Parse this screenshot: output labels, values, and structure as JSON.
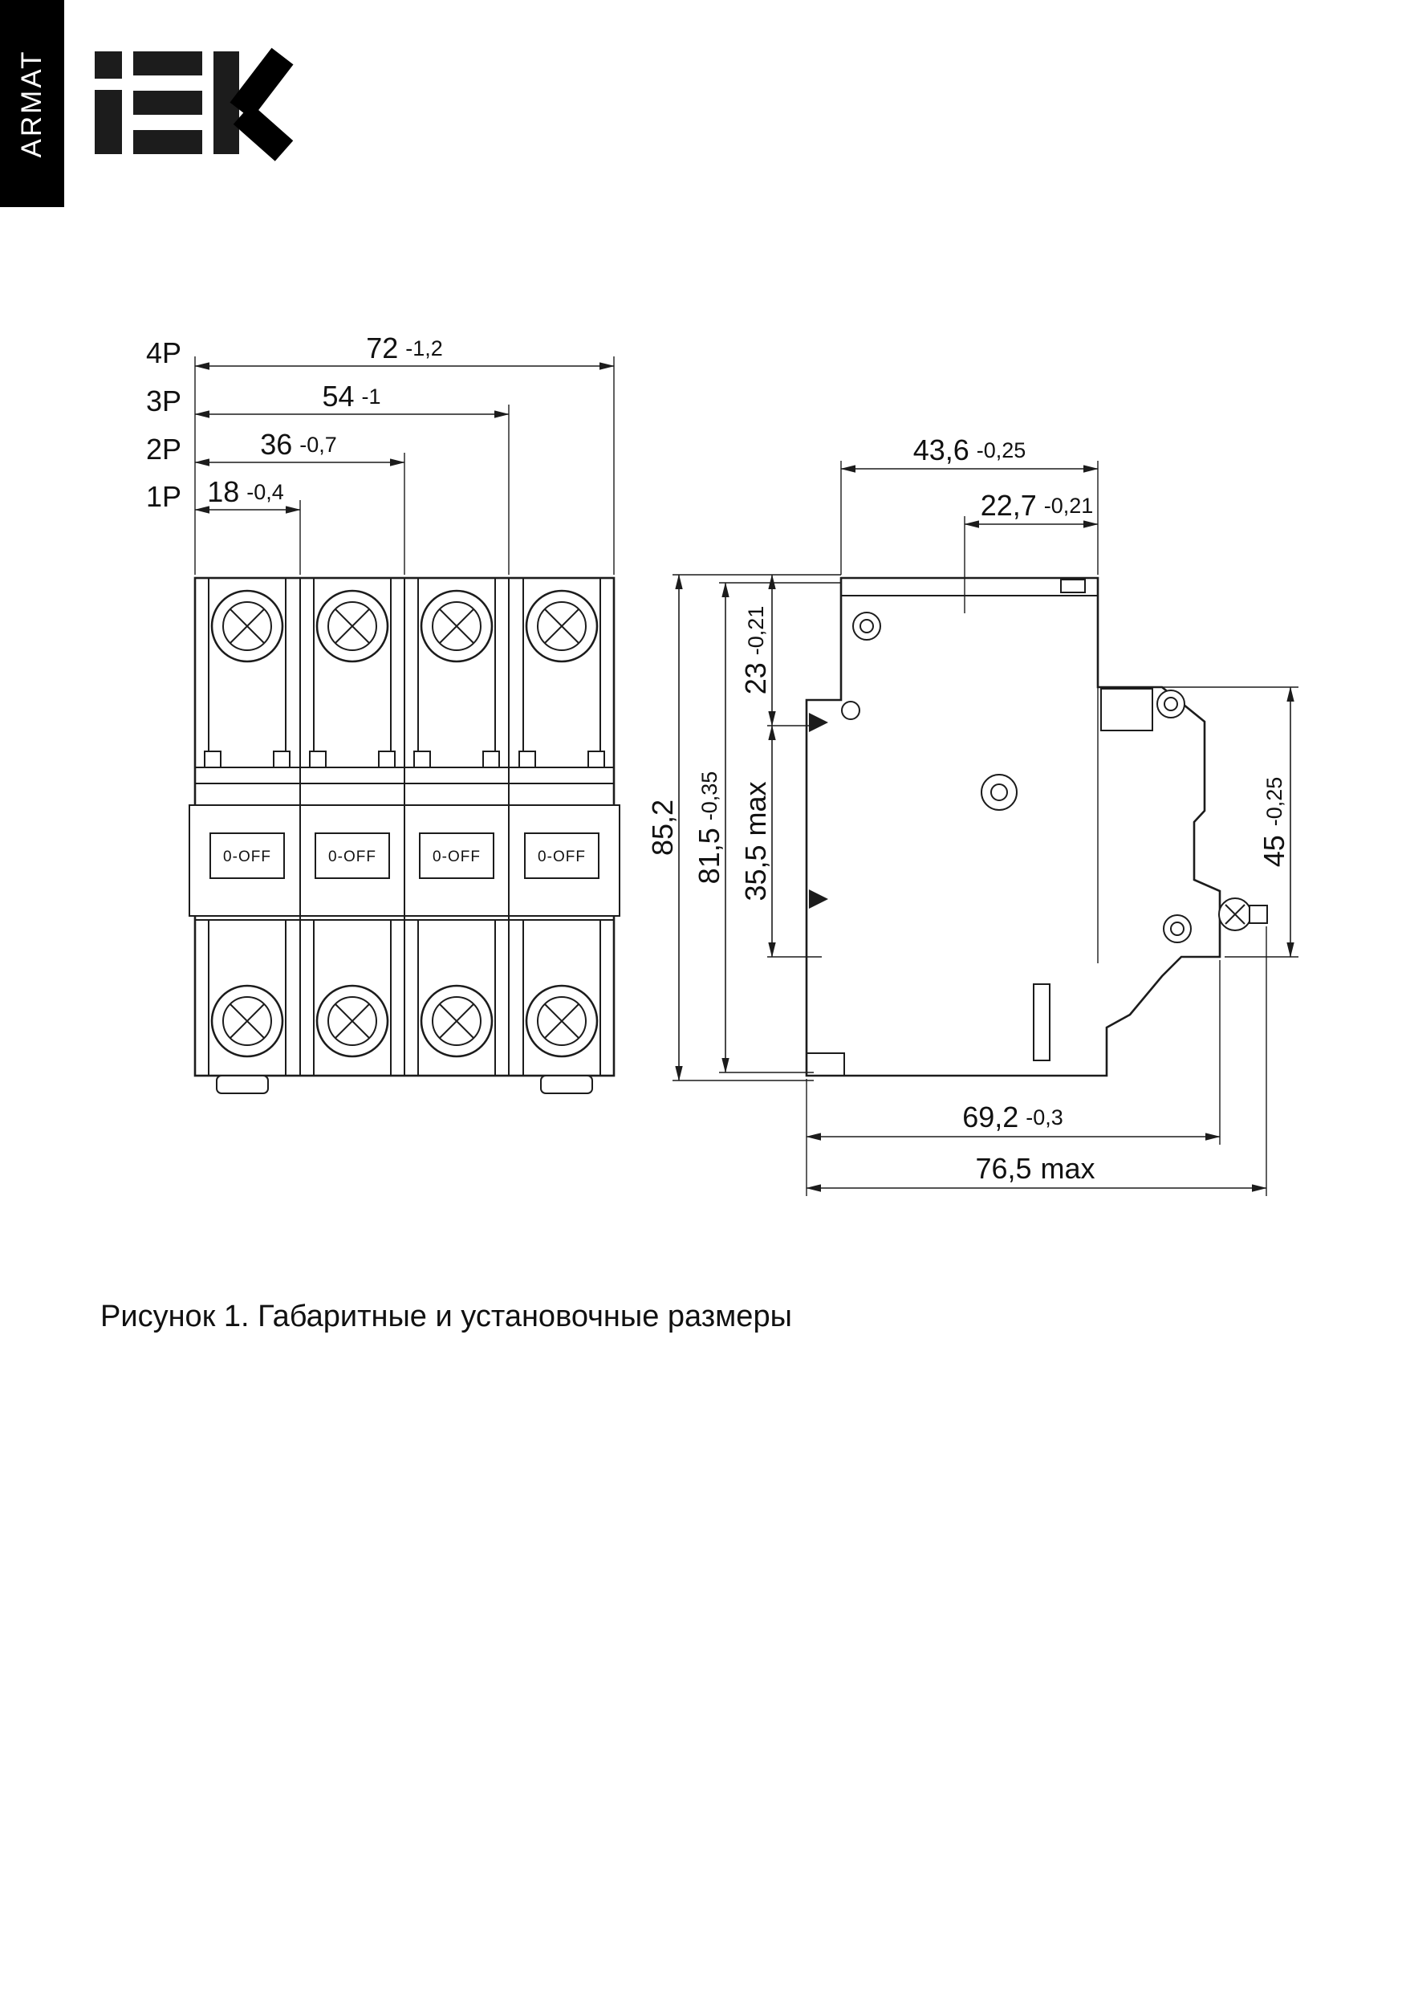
{
  "brand": {
    "vertical_label": "ARMAT",
    "logo_text": "IEK"
  },
  "caption": "Рисунок 1. Габаритные и установочные размеры",
  "colors": {
    "ink": "#1c1c1c",
    "paper": "#ffffff"
  },
  "front_view": {
    "toggle_label": "0-OFF",
    "pole_rows": [
      {
        "pole": "4P",
        "value": "72",
        "tolerance": "-1,2"
      },
      {
        "pole": "3P",
        "value": "54",
        "tolerance": "-1"
      },
      {
        "pole": "2P",
        "value": "36",
        "tolerance": "-0,7"
      },
      {
        "pole": "1P",
        "value": "18",
        "tolerance": "-0,4"
      }
    ]
  },
  "side_view": {
    "dim_top_width": {
      "value": "43,6",
      "tolerance": "-0,25"
    },
    "dim_top_offset": {
      "value": "22,7",
      "tolerance": "-0,21"
    },
    "dim_height_overall": {
      "value": "85,2",
      "tolerance": ""
    },
    "dim_height_body": {
      "value": "81,5",
      "tolerance": "-0,35"
    },
    "dim_top_section": {
      "value": "23",
      "tolerance": "-0,21"
    },
    "dim_mid_section": {
      "value": "35,5",
      "tolerance": "max"
    },
    "dim_front_height": {
      "value": "45",
      "tolerance": "-0,25"
    },
    "dim_depth": {
      "value": "69,2",
      "tolerance": "-0,3"
    },
    "dim_depth_max": {
      "value": "76,5",
      "tolerance": "max"
    }
  }
}
